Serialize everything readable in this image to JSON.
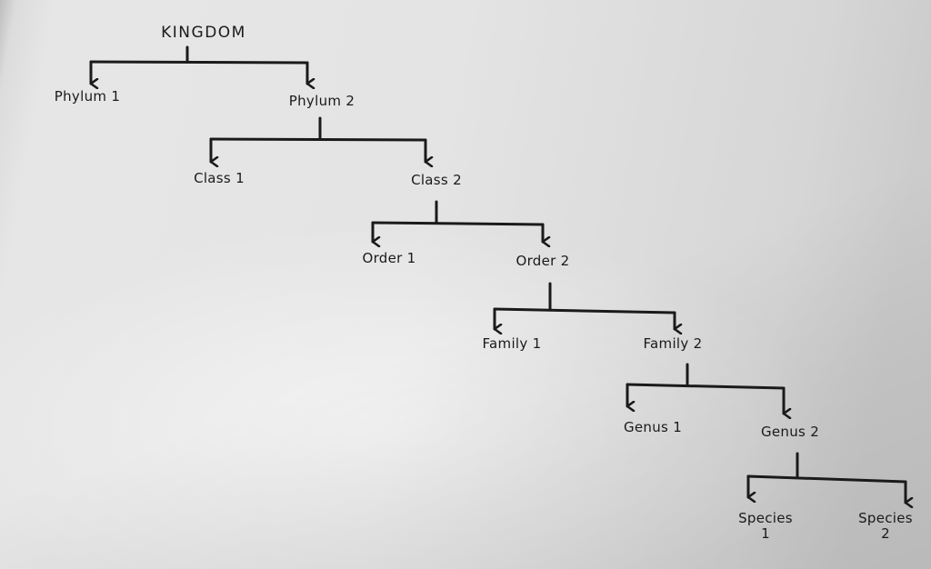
{
  "diagram": {
    "type": "hierarchy-tree",
    "style": "hand-drawn on paper",
    "colors": {
      "ink": "#1a1a1a",
      "paper": "#e4e4e4"
    },
    "nodes": {
      "kingdom": {
        "label": "KINGDOM"
      },
      "phylum1": {
        "label": "Phylum 1"
      },
      "phylum2": {
        "label": "Phylum 2"
      },
      "class1": {
        "label": "Class 1"
      },
      "class2": {
        "label": "Class 2"
      },
      "order1": {
        "label": "Order 1"
      },
      "order2": {
        "label": "Order 2"
      },
      "family1": {
        "label": "Family 1"
      },
      "family2": {
        "label": "Family 2"
      },
      "genus1": {
        "label": "Genus 1"
      },
      "genus2": {
        "label": "Genus 2"
      },
      "species1": {
        "label": "Species",
        "sub": "1"
      },
      "species2": {
        "label": "Species",
        "sub": "2"
      }
    },
    "edges": [
      {
        "from": "KINGDOM",
        "to": [
          "Phylum 1",
          "Phylum 2"
        ]
      },
      {
        "from": "Phylum 2",
        "to": [
          "Class 1",
          "Class 2"
        ]
      },
      {
        "from": "Class 2",
        "to": [
          "Order 1",
          "Order 2"
        ]
      },
      {
        "from": "Order 2",
        "to": [
          "Family 1",
          "Family 2"
        ]
      },
      {
        "from": "Family 2",
        "to": [
          "Genus 1",
          "Genus 2"
        ]
      },
      {
        "from": "Genus 2",
        "to": [
          "Species 1",
          "Species 2"
        ]
      }
    ]
  }
}
